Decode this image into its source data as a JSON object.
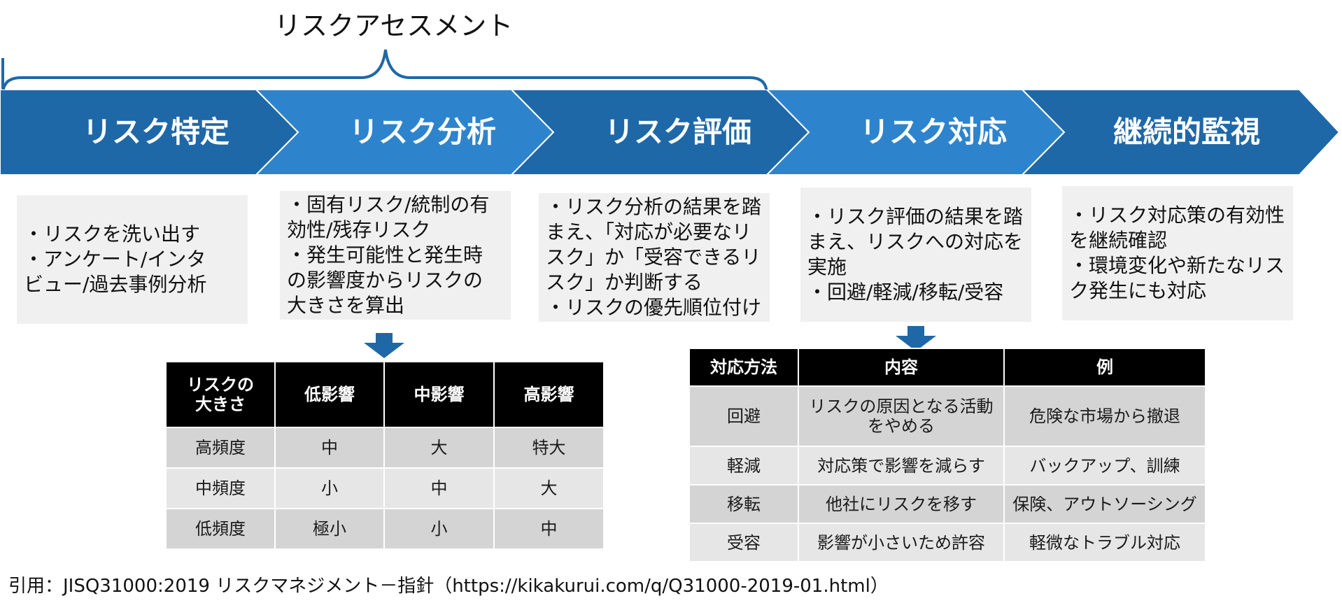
{
  "assessment_label": "リスクアセスメント",
  "colors": {
    "chevron_dark": "#1f68a8",
    "chevron_light": "#2e84cc",
    "chevron_border": "#ffffff",
    "brace": "#1f68a8",
    "arrow": "#1f68a8",
    "desc_bg": "#f0f0f0",
    "table_header_bg": "#000000",
    "table_row_dark": "#d4d4d4",
    "table_row_light": "#e6e6e6"
  },
  "steps": [
    {
      "label": "リスク特定"
    },
    {
      "label": "リスク分析"
    },
    {
      "label": "リスク評価"
    },
    {
      "label": "リスク対応"
    },
    {
      "label": "継続的監視"
    }
  ],
  "descriptions": [
    {
      "lines": [
        "・リスクを洗い出す",
        "・アンケート/インタ",
        "ビュー/過去事例分析"
      ]
    },
    {
      "lines": [
        "・固有リスク/統制の有",
        "効性/残存リスク",
        "・発生可能性と発生時",
        "の影響度からリスクの",
        "大きさを算出"
      ]
    },
    {
      "lines": [
        "・リスク分析の結果を踏",
        "まえ、「対応が必要なリ",
        "スク」か「受容できるリ",
        "スク」か判断する",
        "・リスクの優先順位付け"
      ]
    },
    {
      "lines": [
        "・リスク評価の結果を踏",
        "まえ、リスクへの対応を",
        "実施",
        "・回避/軽減/移転/受容"
      ]
    },
    {
      "lines": [
        "・リスク対応策の有効性",
        "を継続確認",
        "・環境変化や新たなリス",
        "ク発生にも対応"
      ]
    }
  ],
  "risk_matrix": {
    "corner_lines": [
      "リスクの",
      "大きさ"
    ],
    "columns": [
      "低影響",
      "中影響",
      "高影響"
    ],
    "rows": [
      {
        "label": "高頻度",
        "cells": [
          "中",
          "大",
          "特大"
        ]
      },
      {
        "label": "中頻度",
        "cells": [
          "小",
          "中",
          "大"
        ]
      },
      {
        "label": "低頻度",
        "cells": [
          "極小",
          "小",
          "中"
        ]
      }
    ]
  },
  "response_table": {
    "headers": [
      "対応方法",
      "内容",
      "例"
    ],
    "rows": [
      {
        "method": "回避",
        "content_lines": [
          "リスクの原因となる活動",
          "をやめる"
        ],
        "example": "危険な市場から撤退"
      },
      {
        "method": "軽減",
        "content_lines": [
          "対応策で影響を減らす"
        ],
        "example": "バックアップ、訓練"
      },
      {
        "method": "移転",
        "content_lines": [
          "他社にリスクを移す"
        ],
        "example": "保険、アウトソーシング"
      },
      {
        "method": "受容",
        "content_lines": [
          "影響が小さいため許容"
        ],
        "example": "軽微なトラブル対応"
      }
    ]
  },
  "citation": "引用：JISQ31000:2019 リスクマネジメント－指針（https://kikakurui.com/q/Q31000-2019-01.html）"
}
